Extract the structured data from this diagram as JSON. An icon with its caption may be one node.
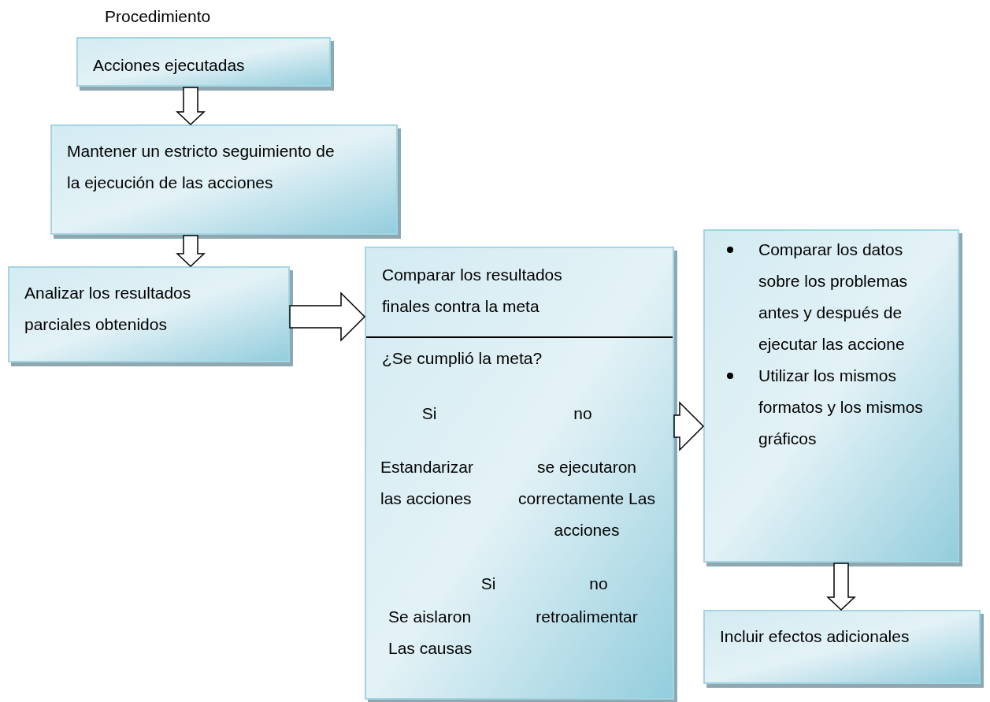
{
  "diagram": {
    "nodes": [
      {
        "text": [
          "Procedimiento",
          "Acciones ejecutadas"
        ]
      },
      {
        "text": [
          "Mantener un estricto seguimiento de la ejecución de las acciones"
        ]
      },
      {
        "text": [
          "Analizar los resultados parciales obtenidos"
        ]
      },
      {
        "text": [
          "Comparar los resultados finales contra la meta",
          "¿Se cumplió la meta?",
          "Si",
          "no",
          "Estandarizar las acciones",
          "se ejecutaron correctamente Las acciones",
          "Si",
          "no",
          "Se aislaron Las causas",
          "retroalimentar"
        ]
      },
      {
        "text": [
          "Comparar los datos sobre los problemas antes y después de ejecutar las accione",
          "Utilizar los mismos formatos y los mismos gráficos"
        ]
      },
      {
        "text": [
          "Incluir efectos adicionales"
        ]
      }
    ],
    "edges": [
      {
        "from": 0,
        "to": 1,
        "arrow": "to"
      },
      {
        "from": 1,
        "to": 2,
        "arrow": "to"
      },
      {
        "from": 2,
        "to": 3,
        "arrow": "to"
      },
      {
        "from": 3,
        "to": 4,
        "arrow": "to"
      },
      {
        "from": 4,
        "to": 5,
        "arrow": "to"
      }
    ]
  }
}
